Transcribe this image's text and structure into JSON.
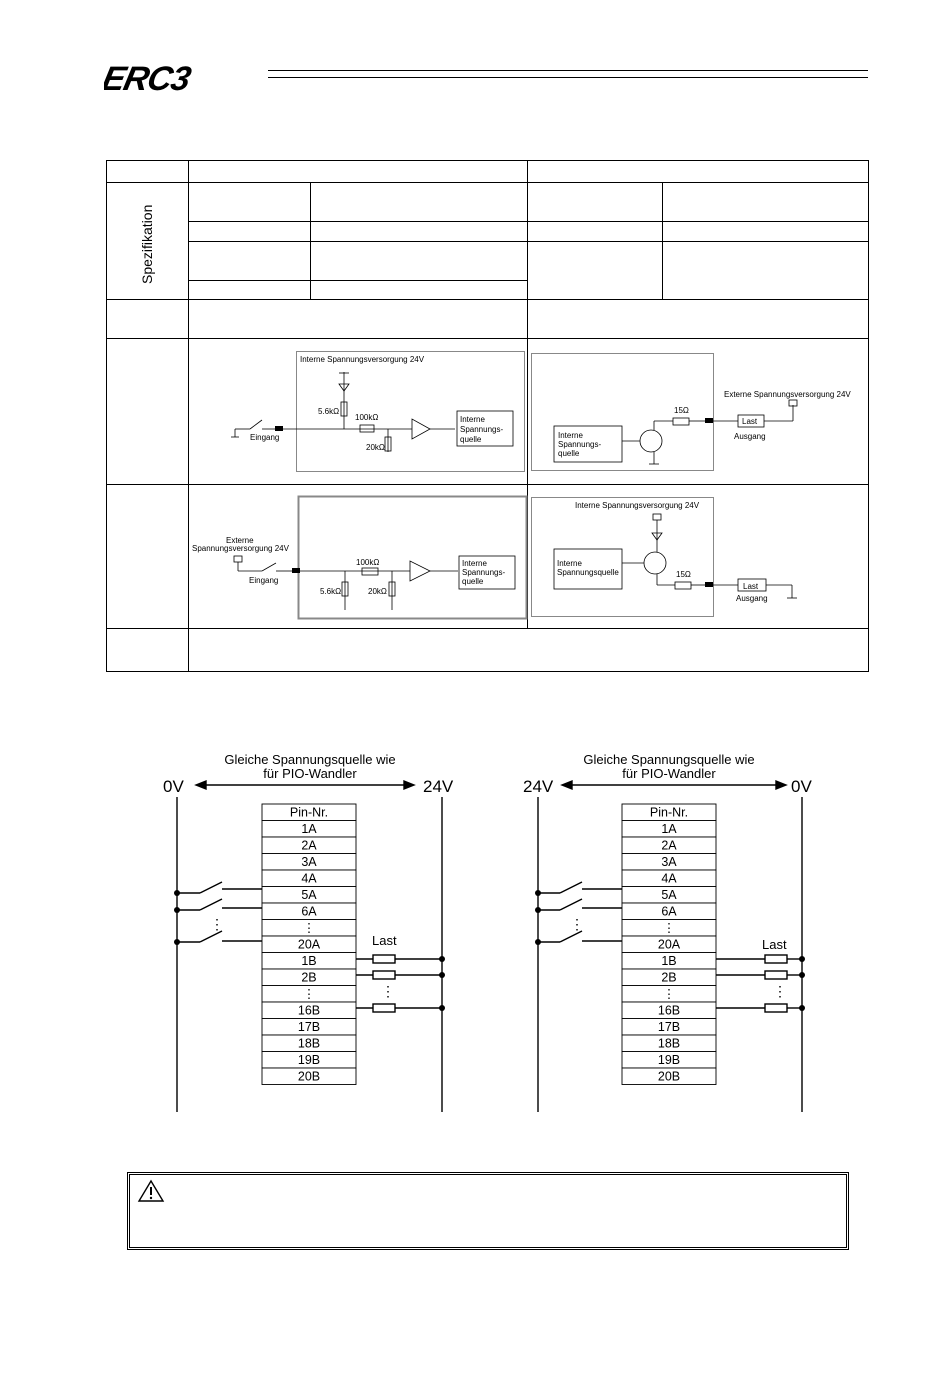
{
  "header": {
    "logo_text": "ERC3"
  },
  "spec_table": {
    "spec_label": "Spezifikation"
  },
  "circuits": {
    "npn_input": {
      "supply_label": "Interne Spannungsversorgung 24V",
      "r1": "5.6kΩ",
      "r2": "100kΩ",
      "r3": "20kΩ",
      "terminal": "Eingang",
      "block": [
        "Interne",
        "Spannungs-",
        "quelle"
      ]
    },
    "npn_output": {
      "r": "15Ω",
      "supply_label": "Externe Spannungsversorgung 24V",
      "load": "Last",
      "terminal": "Ausgang",
      "block": [
        "Interne",
        "Spannungs-",
        "quelle"
      ]
    },
    "pnp_input": {
      "supply_label": [
        "Externe",
        "Spannungsversorgung 24V"
      ],
      "r1": "5.6kΩ",
      "r2": "100kΩ",
      "r3": "20kΩ",
      "terminal": "Eingang",
      "block": [
        "Interne",
        "Spannungs-",
        "quelle"
      ]
    },
    "pnp_output": {
      "supply_label": "Interne Spannungsversorgung 24V",
      "r": "15Ω",
      "load": "Last",
      "terminal": "Ausgang",
      "block": [
        "Interne",
        "Spannungsquelle"
      ]
    }
  },
  "wiring": {
    "left": {
      "title_line1": "Gleiche Spannungsquelle wie",
      "title_line2": "für PIO-Wandler",
      "rail_left": "0V",
      "rail_right": "24V",
      "load_label": "Last"
    },
    "right": {
      "title_line1": "Gleiche Spannungsquelle wie",
      "title_line2": "für PIO-Wandler",
      "rail_left": "24V",
      "rail_right": "0V",
      "load_label": "Last"
    },
    "pins": [
      "Pin-Nr.",
      "1A",
      "2A",
      "3A",
      "4A",
      "5A",
      "6A",
      "⋮",
      "20A",
      "1B",
      "2B",
      "⋮",
      "16B",
      "17B",
      "18B",
      "19B",
      "20B"
    ]
  },
  "caution": {
    "icon": "warning-triangle-icon"
  }
}
